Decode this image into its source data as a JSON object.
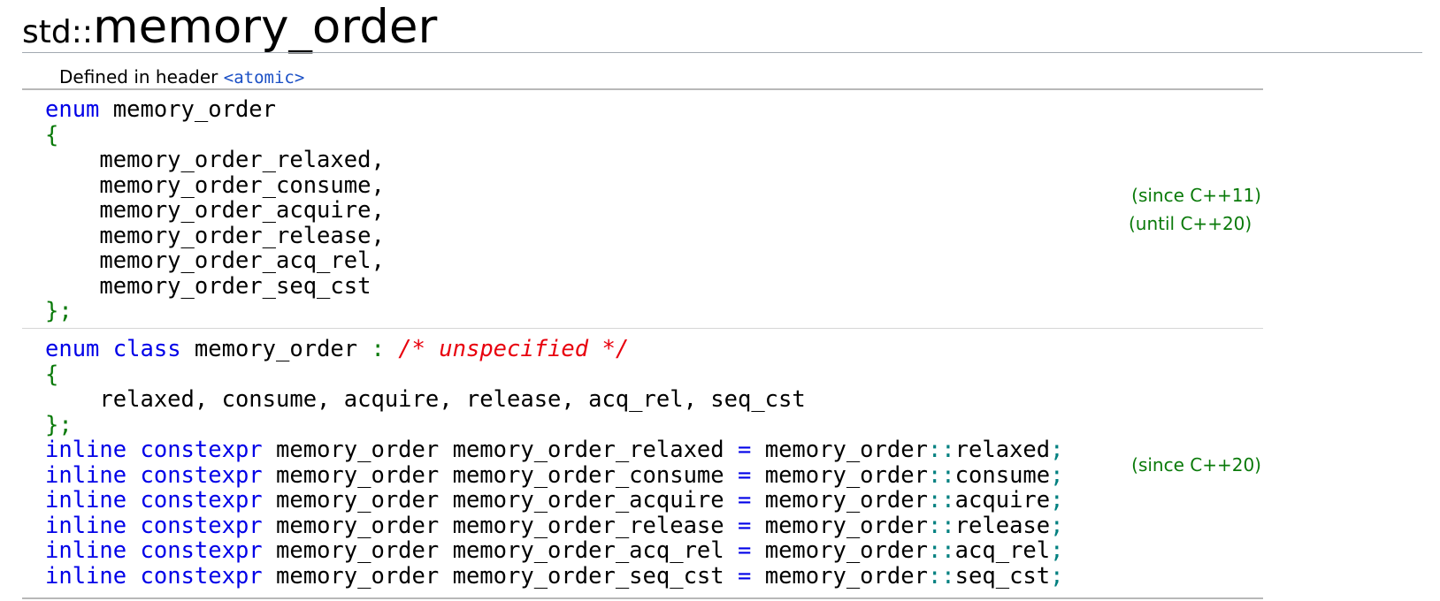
{
  "page": {
    "title_ns": "std::",
    "title_name": "memory_order"
  },
  "header": {
    "label": "Defined in header ",
    "name": "<atomic>"
  },
  "decl1": {
    "enum_kw": "enum",
    "name": " memory_order",
    "open": "{",
    "items": [
      "memory_order_relaxed,",
      "memory_order_consume,",
      "memory_order_acquire,",
      "memory_order_release,",
      "memory_order_acq_rel,",
      "memory_order_seq_cst"
    ],
    "close": "};",
    "since": "(since C++11)",
    "until": "(until C++20)"
  },
  "decl2": {
    "enum_kw": "enum",
    "class_kw": "class",
    "name": " memory_order ",
    "colon": ":",
    "comment": "/* unspecified */",
    "open": "{",
    "enumerators": "relaxed, consume, acquire, release, acq_rel, seq_cst",
    "close": "};",
    "inline_kw": "inline",
    "constexpr_kw": "constexpr",
    "type": " memory_order ",
    "eq": "=",
    "scope_type": " memory_order",
    "scope_op": "::",
    "semicolon": ";",
    "constants": [
      {
        "name": "memory_order_relaxed ",
        "value": "relaxed"
      },
      {
        "name": "memory_order_consume ",
        "value": "consume"
      },
      {
        "name": "memory_order_acquire ",
        "value": "acquire"
      },
      {
        "name": "memory_order_release ",
        "value": "release"
      },
      {
        "name": "memory_order_acq_rel ",
        "value": "acq_rel"
      },
      {
        "name": "memory_order_seq_cst ",
        "value": "seq_cst"
      }
    ],
    "since": "(since C++20)"
  }
}
